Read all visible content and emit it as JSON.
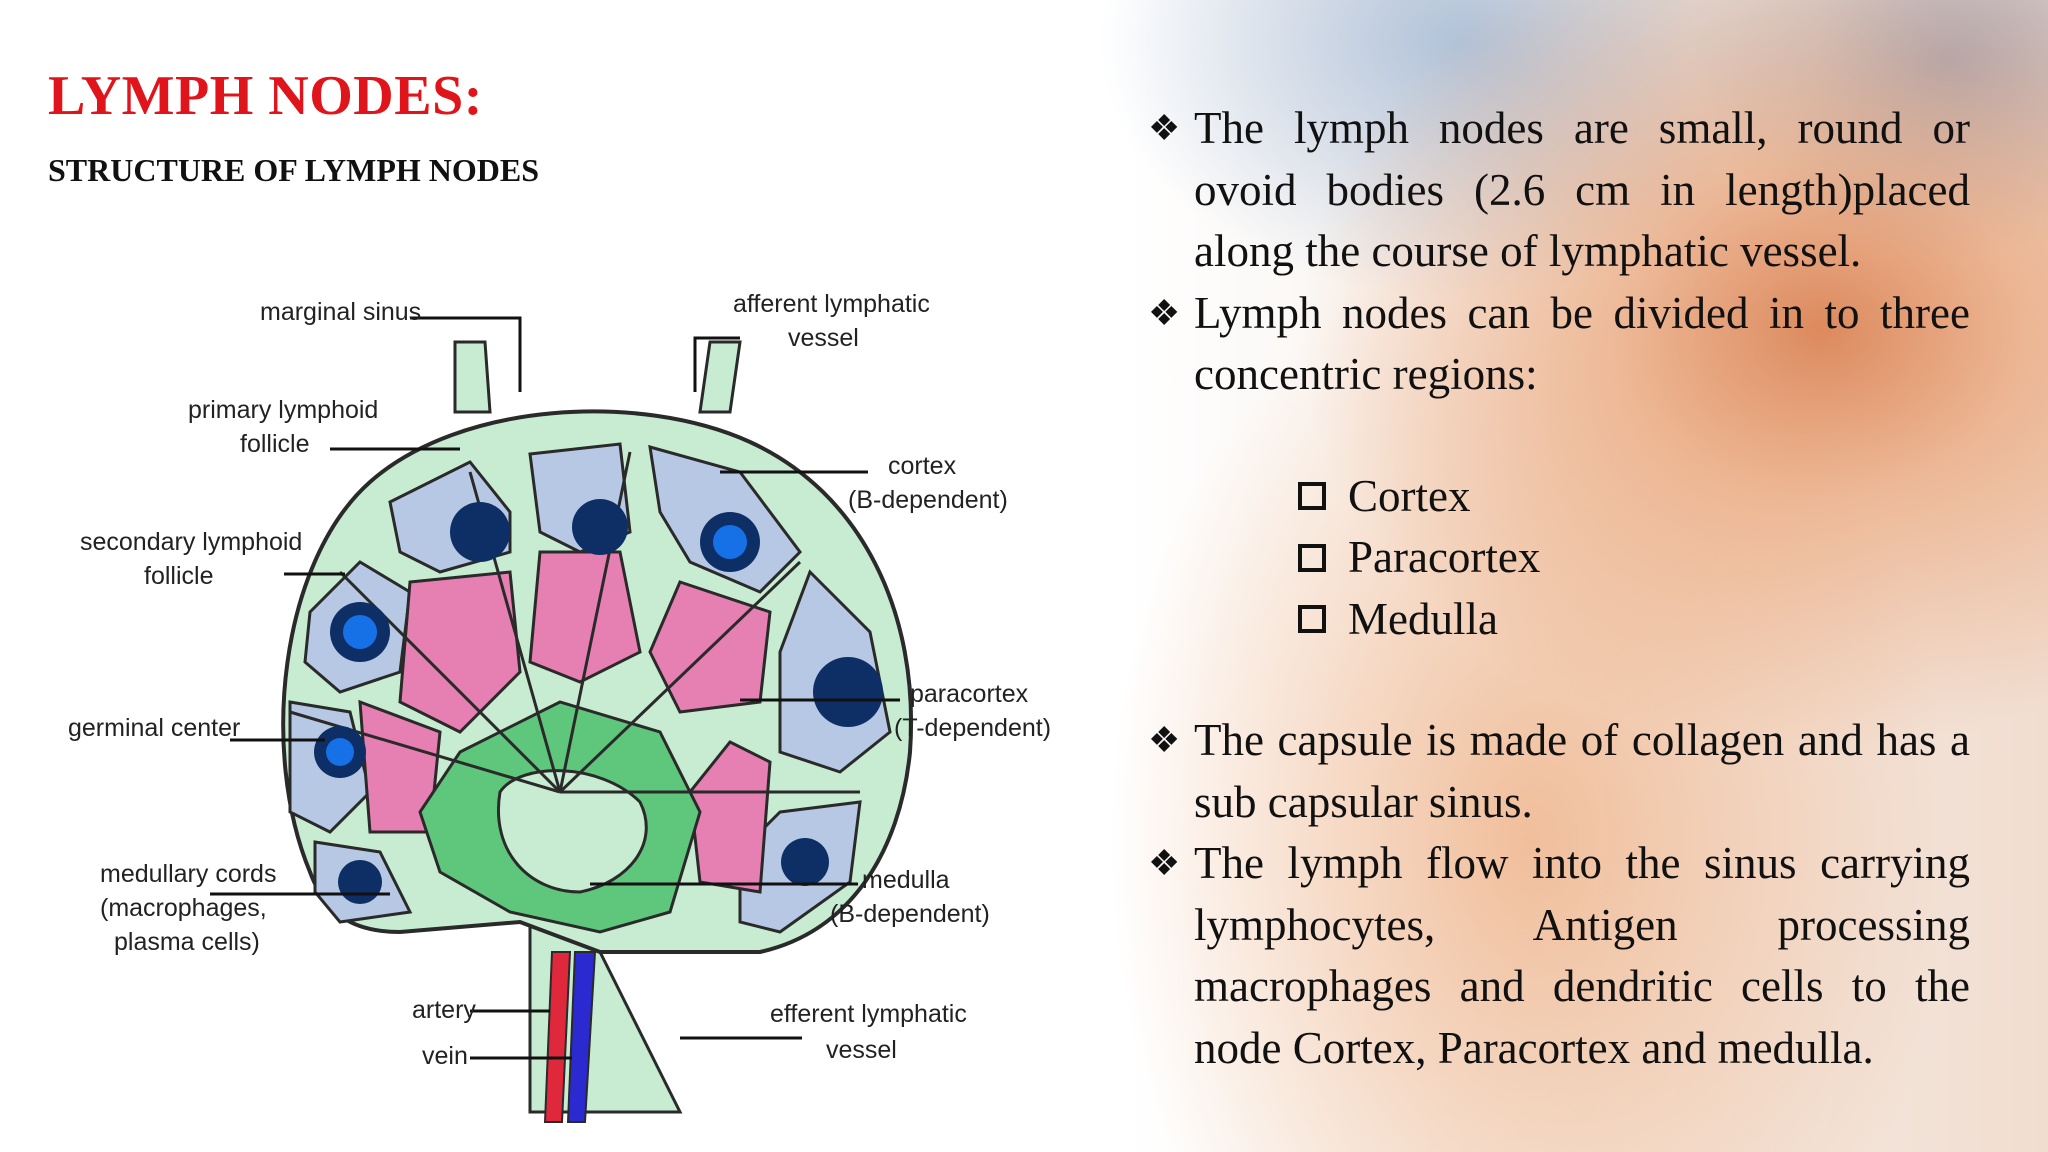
{
  "slide": {
    "title": "LYMPH NODES:",
    "subtitle": "STRUCTURE OF LYMPH NODES"
  },
  "diagram": {
    "labels": {
      "marginal_sinus": "marginal sinus",
      "afferent_1": "afferent lymphatic",
      "afferent_2": "vessel",
      "primary_1": "primary lymphoid",
      "primary_2": "follicle",
      "cortex_1": "cortex",
      "cortex_2": "(B-dependent)",
      "secondary_1": "secondary lymphoid",
      "secondary_2": "follicle",
      "germinal": "germinal center",
      "paracortex_1": "paracortex",
      "paracortex_2": "(T-dependent)",
      "medcords_1": "medullary cords",
      "medcords_2": "(macrophages,",
      "medcords_3": "plasma cells)",
      "medulla_1": "medulla",
      "medulla_2": "(B-dependent)",
      "artery": "artery",
      "vein": "vein",
      "efferent_1": "efferent lymphatic",
      "efferent_2": "vessel"
    },
    "colors": {
      "capsule": "#c8ecd2",
      "cortex": "#b6c8e4",
      "paracortex": "#e67fb2",
      "medulla": "#5ec77c",
      "follicle_primary": "#0e2f66",
      "follicle_secondary": "#1670e6",
      "artery": "#e0283c",
      "vein": "#2a2ad0"
    }
  },
  "text": {
    "bullet_mark": "❖",
    "bullet1": "The lymph nodes are small, round or ovoid bodies (2.6 cm in length)placed along the course of lymphatic vessel.",
    "bullet2": "Lymph nodes can be divided in to three concentric regions:",
    "regions": [
      "Cortex",
      "Paracortex",
      "Medulla"
    ],
    "bullet3": "The capsule is made of collagen and has a sub capsular sinus.",
    "bullet4": "The lymph  flow into the sinus carrying lymphocytes, Antigen processing macrophages and dendritic cells to the node Cortex, Paracortex and medulla."
  }
}
